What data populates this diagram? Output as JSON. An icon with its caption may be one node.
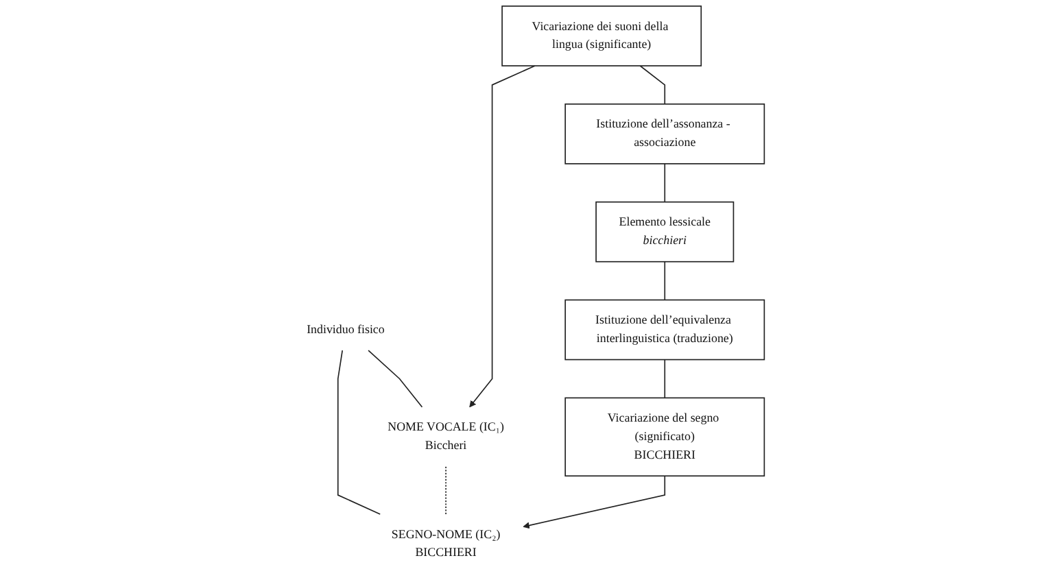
{
  "diagram": {
    "nodes": [
      {
        "text": [
          "Individuo fisico"
        ]
      },
      {
        "text": [
          "NOME VOCALE (IC₁)",
          "Biccheri"
        ]
      },
      {
        "text": [
          "SEGNO-NOME (IC₂)",
          "BICCHIERI"
        ]
      },
      {
        "text": [
          "Vicariazione dei suoni della lingua (significante)"
        ]
      },
      {
        "text": [
          "Istituzione dell’assonanza - associazione"
        ]
      },
      {
        "text": [
          "Elemento lessicale",
          "*bicchieri*"
        ]
      },
      {
        "text": [
          "Istituzione dell’equivalenza interlinguistica (traduzione)"
        ]
      },
      {
        "text": [
          "Vicariazione del segno (significato)",
          "BICCHIERI"
        ]
      }
    ],
    "edges": [
      {
        "from": 0,
        "to": 1,
        "arrow": "none"
      },
      {
        "from": 0,
        "to": 2,
        "arrow": "none"
      },
      {
        "from": 1,
        "to": 2,
        "arrow": "none",
        "style": "dashed"
      },
      {
        "from": 3,
        "to": 1,
        "arrow": "to"
      },
      {
        "from": 3,
        "to": 4,
        "arrow": "none"
      },
      {
        "from": 4,
        "to": 5,
        "arrow": "none"
      },
      {
        "from": 5,
        "to": 6,
        "arrow": "none"
      },
      {
        "from": 6,
        "to": 7,
        "arrow": "none"
      },
      {
        "from": 7,
        "to": 2,
        "arrow": "to"
      }
    ]
  }
}
